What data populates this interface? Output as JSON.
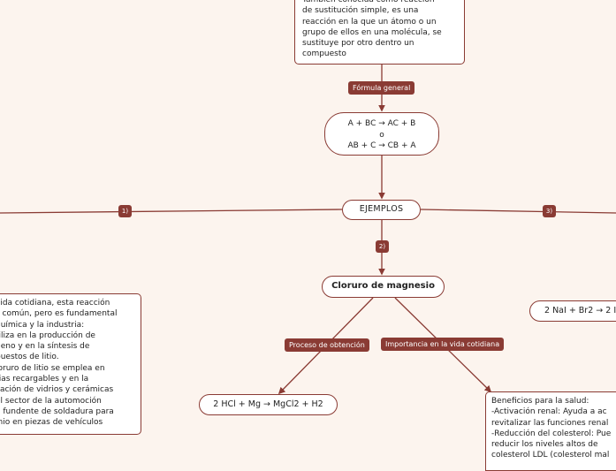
{
  "nodes": {
    "definition": "También conocida como reacción\nde sustitución simple, es una\nreacción en la que un átomo o un\ngrupo de ellos en una molécula, se\nsustituye por otro dentro un\ncompuesto",
    "formula": "A + BC → AC + B\no\nAB + C → CB + A",
    "examples": "EJEMPLOS",
    "magnesium": "Cloruro de magnesio",
    "reaction_mg": "2 HCl + Mg → MgCl2 + H2",
    "reaction_right": "2 NaI + Br2 → 2 I",
    "left_text": " vida cotidiana, esta reacción\ns común, pero es fundamental\n química y la industria:\ntiliza en la producción de\ngeno y en la síntesis de\npuestos de litio.\nloruro de litio se emplea en\nrias recargables y en la\ncación de vidrios y cerámicas\nel sector de la automoción\no fundente de soldadura para\ninio en piezas de vehículos",
    "benefits_text": "Beneficios para la salud:\n-Activación renal: Ayuda a ac\nrevitalizar las funciones renal\n-Reducción del colesterol: Pue\nreducir los niveles altos de\ncolesterol LDL (colesterol mal"
  },
  "labels": {
    "general_formula": "Fórmula general",
    "obtaining": "Proceso de obtención",
    "importance": "Importancia en la vida cotidiana"
  },
  "badges": {
    "b1": "1)",
    "b2": "2)",
    "b3": "3)"
  },
  "colors": {
    "accent": "#8a3b34",
    "background": "#fcf4ee"
  }
}
